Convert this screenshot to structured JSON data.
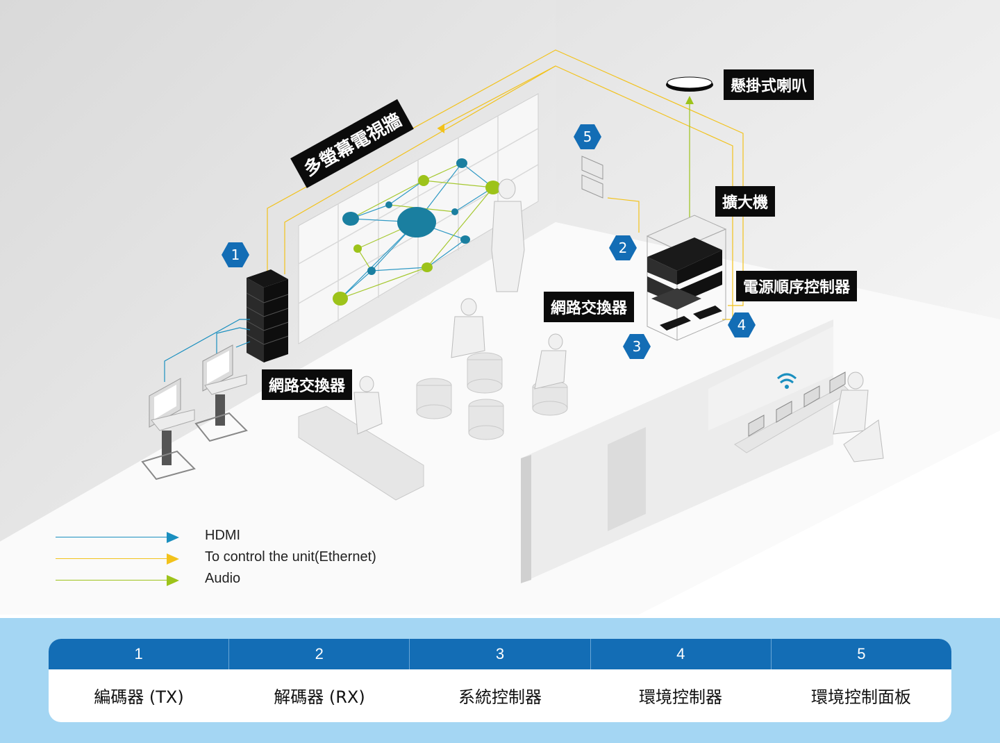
{
  "labels": {
    "video_wall": "多螢幕電視牆",
    "speaker": "懸掛式喇叭",
    "amplifier": "擴大機",
    "power_sequencer": "電源順序控制器",
    "switch_left": "網路交換器",
    "switch_right": "網路交換器"
  },
  "markers": [
    "1",
    "2",
    "3",
    "4",
    "5"
  ],
  "legend": [
    {
      "text": "HDMI",
      "color": "#1a8fbf"
    },
    {
      "text": "To control the unit(Ethernet)",
      "color": "#f2c21b"
    },
    {
      "text": "Audio",
      "color": "#9dc31a"
    }
  ],
  "table": {
    "headers": [
      "1",
      "2",
      "3",
      "4",
      "5"
    ],
    "cells": [
      "編碼器 (TX)",
      "解碼器 (RX)",
      "系統控制器",
      "環境控制器",
      "環境控制面板"
    ]
  },
  "colors": {
    "marker": "#136db5",
    "header": "#136db5",
    "band": "#a4d6f3",
    "hdmi": "#1a8fbf",
    "ethernet": "#f2c21b",
    "audio": "#9dc31a"
  }
}
